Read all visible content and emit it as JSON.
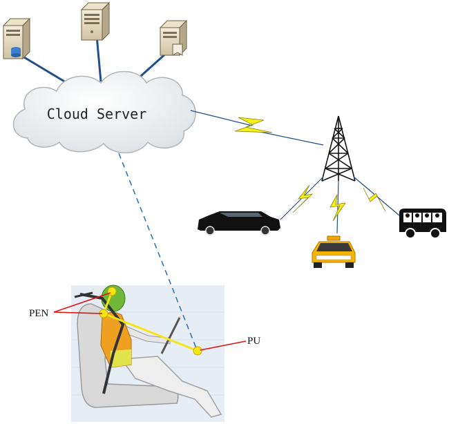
{
  "cloud": {
    "label": "Cloud Server"
  },
  "annotations": {
    "pen": "PEN",
    "pu": "PU"
  },
  "colors": {
    "link_line": "#1f4e8a",
    "lightning": "#f5f01a",
    "dashed_line": "#2f74c0",
    "annotation_line": "#e01010",
    "marker": "#f7e417",
    "seat_panel": "#e7edf5"
  },
  "icons": {
    "servers": [
      "server-icon",
      "server-icon",
      "server-icon"
    ],
    "tower": "cell-tower-icon",
    "vehicles": [
      "limousine-icon",
      "taxi-icon",
      "bus-icon"
    ]
  }
}
